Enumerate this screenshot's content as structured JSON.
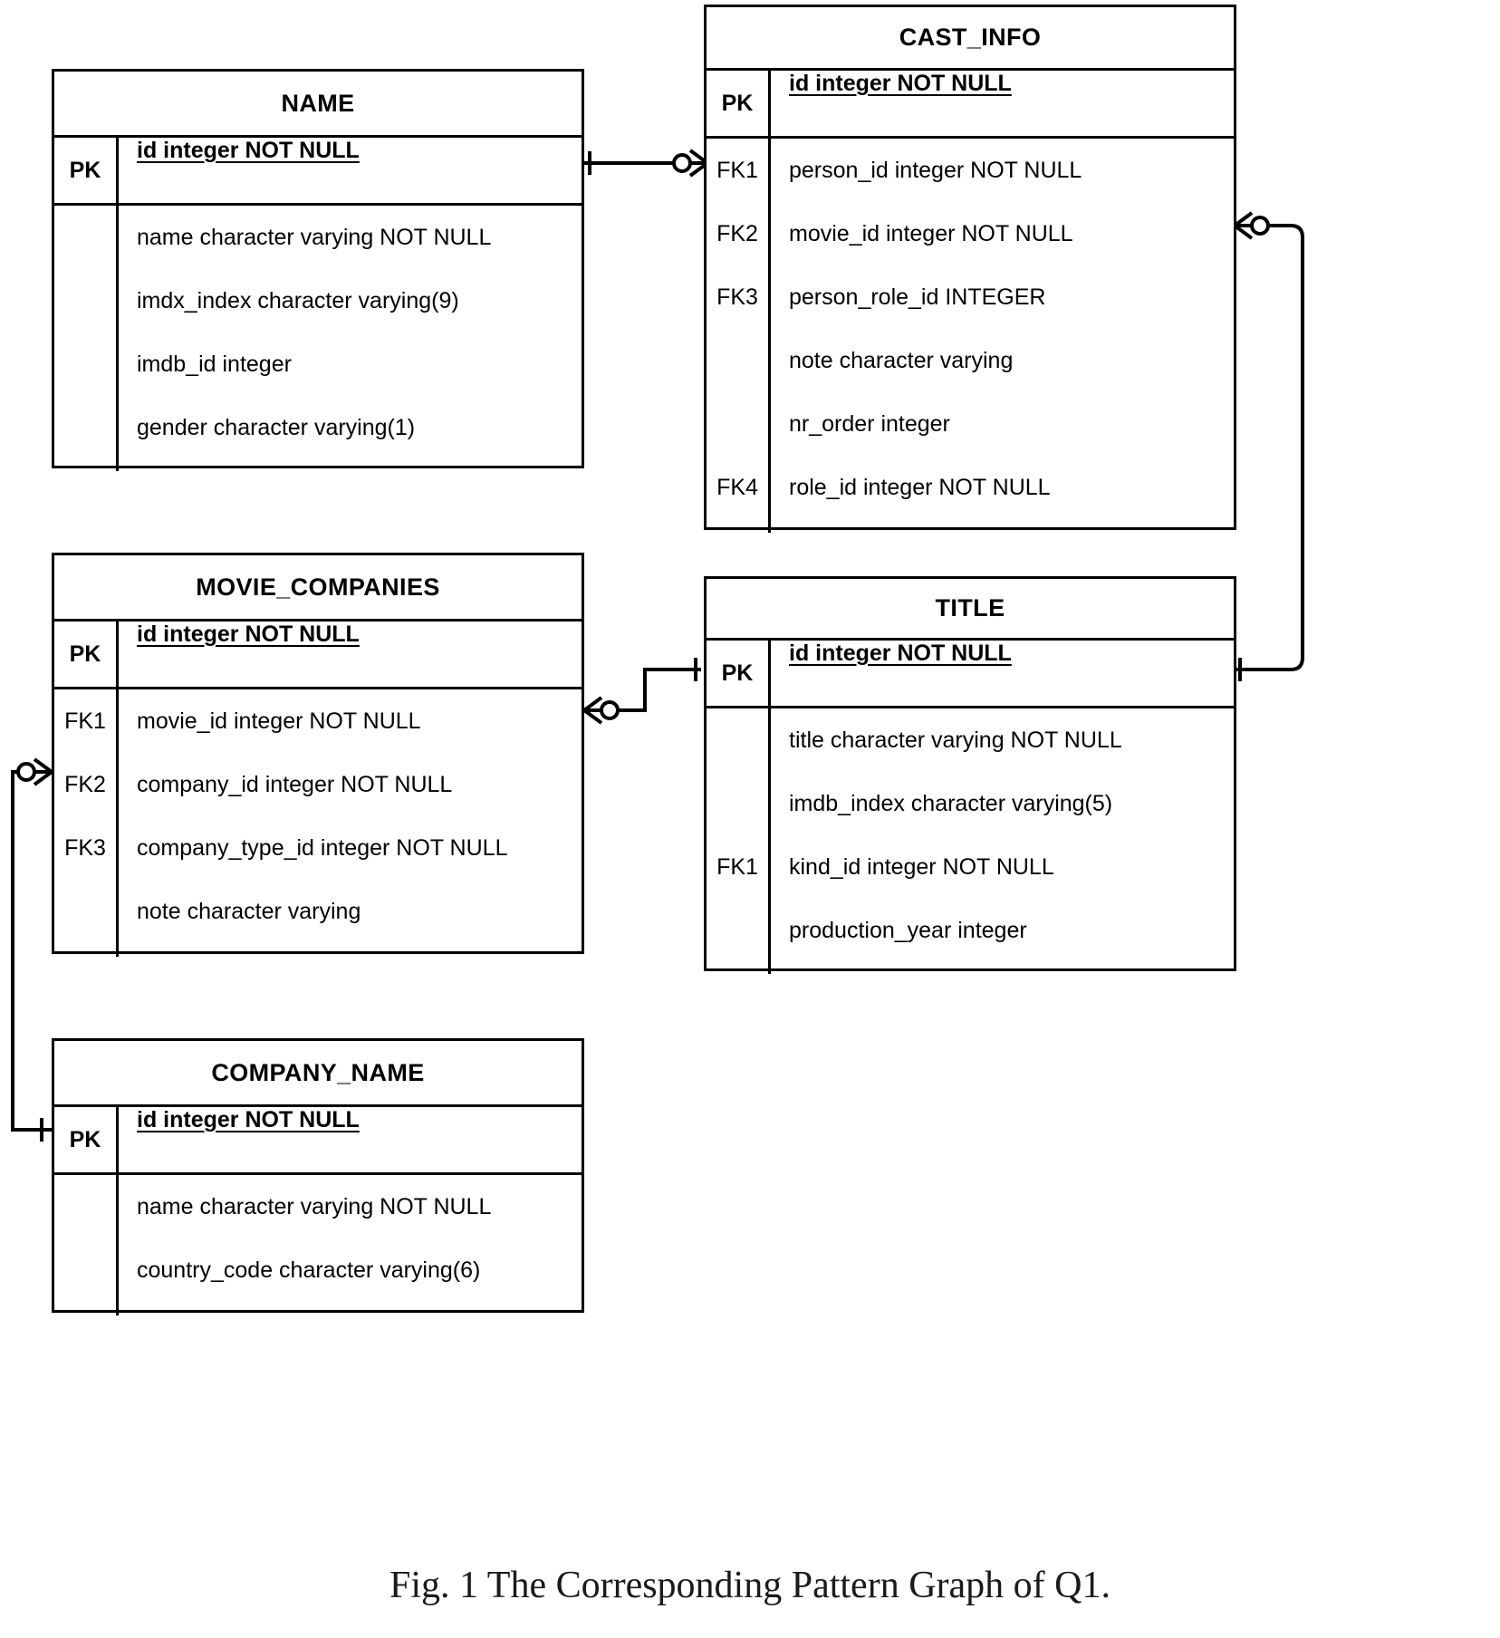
{
  "figure": {
    "caption": "Fig. 1 The Corresponding Pattern Graph of Q1."
  },
  "entities": {
    "name": {
      "title": "NAME",
      "pk_label": "PK",
      "pk_attr": "id integer NOT NULL",
      "keys": [
        "",
        "",
        "",
        ""
      ],
      "attrs": [
        "name character varying NOT NULL",
        "imdx_index character varying(9)",
        "imdb_id integer",
        "gender character varying(1)"
      ]
    },
    "cast_info": {
      "title": "CAST_INFO",
      "pk_label": "PK",
      "pk_attr": "id integer NOT NULL",
      "keys": [
        "FK1",
        "FK2",
        "FK3",
        "",
        "",
        "FK4"
      ],
      "attrs": [
        "person_id integer NOT NULL",
        "movie_id integer NOT NULL",
        "person_role_id INTEGER",
        "note character varying",
        "nr_order integer",
        "role_id integer NOT NULL"
      ]
    },
    "movie_companies": {
      "title": "MOVIE_COMPANIES",
      "pk_label": "PK",
      "pk_attr": "id integer NOT NULL",
      "keys": [
        "FK1",
        "FK2",
        "FK3",
        ""
      ],
      "attrs": [
        "movie_id integer NOT NULL",
        "company_id integer NOT NULL",
        "company_type_id integer NOT NULL",
        "note character varying"
      ]
    },
    "title": {
      "title": "TITLE",
      "pk_label": "PK",
      "pk_attr": "id integer NOT NULL",
      "keys": [
        "",
        "",
        "FK1",
        ""
      ],
      "attrs": [
        "title character varying NOT NULL",
        "imdb_index character varying(5)",
        "kind_id integer NOT NULL",
        "production_year integer"
      ]
    },
    "company_name": {
      "title": "COMPANY_NAME",
      "pk_label": "PK",
      "pk_attr": "id integer NOT NULL",
      "keys": [
        "",
        ""
      ],
      "attrs": [
        "name character varying NOT NULL",
        "country_code character varying(6)"
      ]
    }
  },
  "relationships": [
    {
      "name": "name-to-cast_info",
      "from": "NAME.id",
      "to": "CAST_INFO.person_id",
      "from_cardinality": "one",
      "to_cardinality": "many-optional"
    },
    {
      "name": "title-to-cast_info",
      "from": "TITLE.id",
      "to": "CAST_INFO.movie_id",
      "from_cardinality": "one",
      "to_cardinality": "many-optional"
    },
    {
      "name": "title-to-movie_companies",
      "from": "TITLE.id",
      "to": "MOVIE_COMPANIES.movie_id",
      "from_cardinality": "one",
      "to_cardinality": "many-optional"
    },
    {
      "name": "company_name-to-movie_companies",
      "from": "COMPANY_NAME.id",
      "to": "MOVIE_COMPANIES.company_id",
      "from_cardinality": "one",
      "to_cardinality": "many-optional"
    }
  ],
  "colors": {
    "stroke": "#000000",
    "background": "#ffffff",
    "text": "#000000"
  }
}
